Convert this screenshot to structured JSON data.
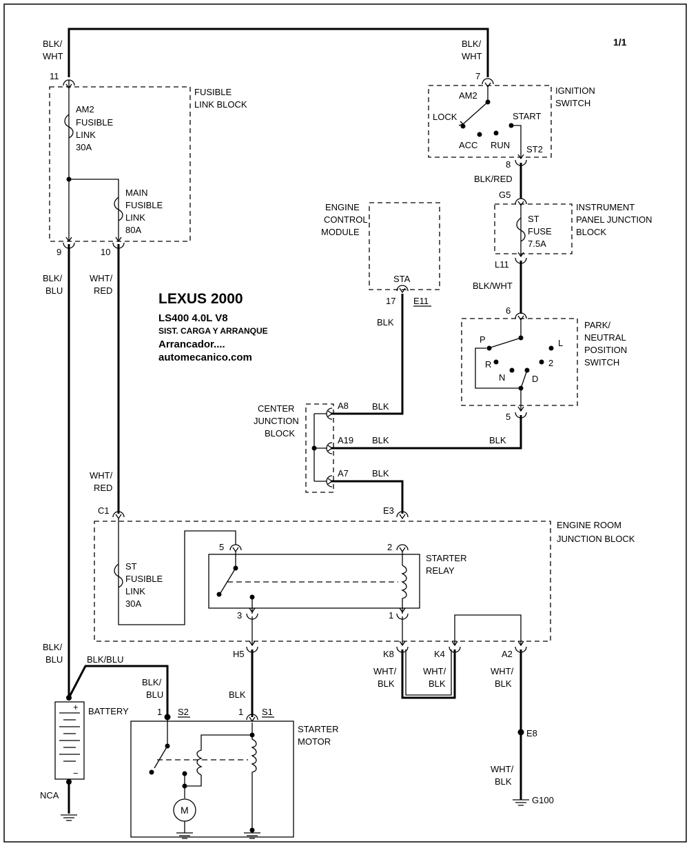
{
  "page": {
    "sheet": "1/1"
  },
  "title": {
    "line1": "LEXUS 2000",
    "line2": "LS400  4.0L  V8",
    "line3": "SIST. CARGA Y ARRANQUE",
    "line4": "Arrancador....",
    "line5": "automecanico.com"
  },
  "fusible_link_block": {
    "name_l1": "FUSIBLE",
    "name_l2": "LINK BLOCK",
    "am2_l1": "AM2",
    "am2_l2": "FUSIBLE",
    "am2_l3": "LINK",
    "am2_l4": "30A",
    "main_l1": "MAIN",
    "main_l2": "FUSIBLE",
    "main_l3": "LINK",
    "main_l4": "80A",
    "pin_11": "11",
    "pin_9": "9",
    "pin_10": "10"
  },
  "ignition_switch": {
    "name_l1": "IGNITION",
    "name_l2": "SWITCH",
    "am2": "AM2",
    "lock": "LOCK",
    "start": "START",
    "acc": "ACC",
    "run": "RUN",
    "st2": "ST2",
    "pin_7": "7",
    "pin_8": "8"
  },
  "instrument_panel": {
    "name_l1": "INSTRUMENT",
    "name_l2": "PANEL JUNCTION",
    "name_l3": "BLOCK",
    "fuse_l1": "ST",
    "fuse_l2": "FUSE",
    "fuse_l3": "7.5A",
    "pin_g5": "G5",
    "pin_l11": "L11"
  },
  "ecm": {
    "name_l1": "ENGINE",
    "name_l2": "CONTROL",
    "name_l3": "MODULE",
    "sta": "STA",
    "pin_17": "17",
    "pin_e11": "E11"
  },
  "pnp_switch": {
    "name_l1": "PARK/",
    "name_l2": "NEUTRAL",
    "name_l3": "POSITION",
    "name_l4": "SWITCH",
    "p": "P",
    "l": "L",
    "r": "R",
    "two": "2",
    "n": "N",
    "d": "D",
    "pin_6": "6",
    "pin_5": "5"
  },
  "center_junction": {
    "name_l1": "CENTER",
    "name_l2": "JUNCTION",
    "name_l3": "BLOCK",
    "a8": "A8",
    "a19": "A19",
    "a7": "A7"
  },
  "engine_room_junction": {
    "name_l1": "ENGINE ROOM",
    "name_l2": "JUNCTION BLOCK",
    "c1": "C1",
    "e3": "E3",
    "h5": "H5",
    "k8": "K8",
    "k4": "K4",
    "a2": "A2",
    "st_l1": "ST",
    "st_l2": "FUSIBLE",
    "st_l3": "LINK",
    "st_l4": "30A"
  },
  "starter_relay": {
    "name_l1": "STARTER",
    "name_l2": "RELAY",
    "pin_5": "5",
    "pin_2": "2",
    "pin_3": "3",
    "pin_1": "1"
  },
  "battery": {
    "name": "BATTERY",
    "plus": "+",
    "minus": "−",
    "nca": "NCA"
  },
  "starter_motor": {
    "name_l1": "STARTER",
    "name_l2": "MOTOR",
    "pin_1a": "1",
    "s2": "S2",
    "pin_1b": "1",
    "s1": "S1",
    "motor": "M"
  },
  "ground": {
    "e8": "E8",
    "g100": "G100"
  },
  "wires": {
    "blk_wht": "BLK/",
    "blk_wht2": "WHT",
    "blk_red": "BLK/RED",
    "blk_wht_inline": "BLK/WHT",
    "blk": "BLK",
    "blk_slash": "BLK/",
    "blu": "BLU",
    "wht_slash": "WHT/",
    "red": "RED",
    "blk_blu": "BLK/BLU",
    "blk2": "BLK"
  }
}
